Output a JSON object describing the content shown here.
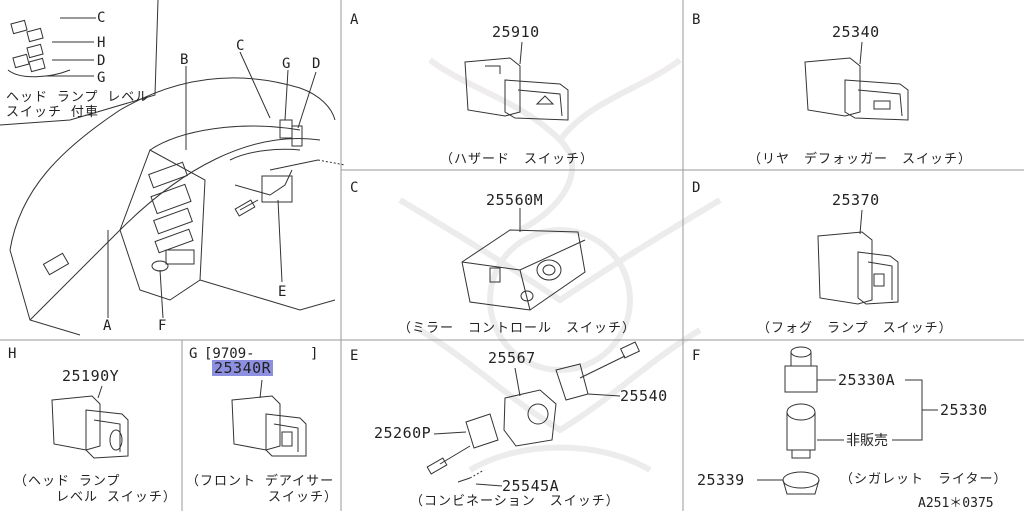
{
  "panels": {
    "main": {
      "labels": {
        "A": "A",
        "B": "B",
        "C": "C",
        "D": "D",
        "E": "E",
        "F": "F",
        "G": "G"
      },
      "inset": {
        "C": "C",
        "H": "H",
        "D": "D",
        "G": "G",
        "caption1": "ヘッド ランプ レベル",
        "caption2": "スイッチ 付車"
      }
    },
    "A": {
      "letter": "A",
      "part": "25910",
      "caption": "（ハザード　スイッチ）"
    },
    "B": {
      "letter": "B",
      "part": "25340",
      "caption": "（リヤ　デフォッガー　スイッチ）"
    },
    "C": {
      "letter": "C",
      "part": "25560M",
      "caption": "（ミラー　コントロール　スイッチ）"
    },
    "D": {
      "letter": "D",
      "part": "25370",
      "caption": "（フォグ　ランプ　スイッチ）"
    },
    "E": {
      "letter": "E",
      "parts": {
        "p1": "25567",
        "p2": "25540",
        "p3": "25260P",
        "p4": "25545A"
      },
      "caption": "（コンビネーション　スイッチ）"
    },
    "F": {
      "letter": "F",
      "parts": {
        "p1": "25330A",
        "p2": "25330",
        "p3": "25339"
      },
      "note": "非販売",
      "caption": "（シガレット　ライター）"
    },
    "G": {
      "letter": "G",
      "date": "[9709-",
      "date_end": "]",
      "part": "25340R",
      "caption1": "（フロント デアイサー",
      "caption2": "スイッチ）"
    },
    "H": {
      "letter": "H",
      "part": "25190Y",
      "caption1": "（ヘッド ランプ",
      "caption2": "レベル スイッチ）"
    }
  },
  "footer": {
    "code": "A251＊0375"
  }
}
